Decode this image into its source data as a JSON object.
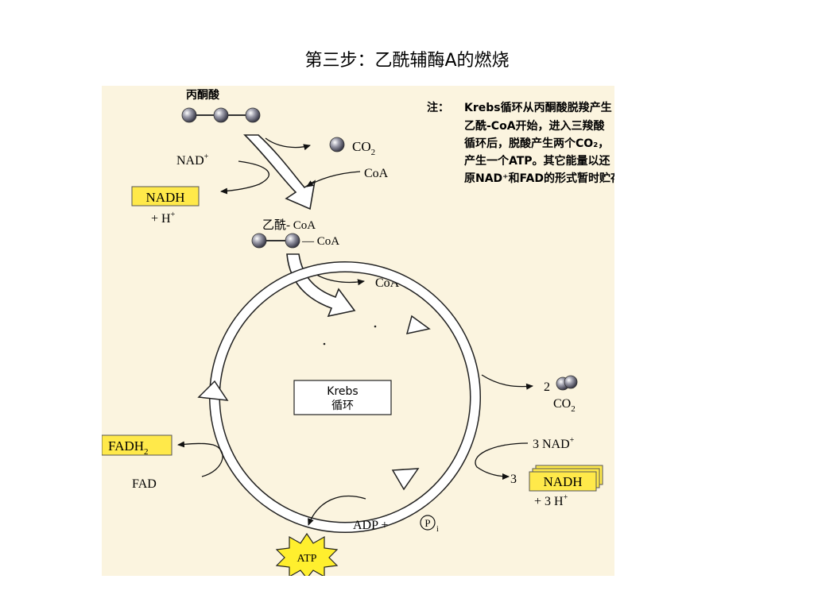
{
  "slide": {
    "title": "第三步：乙酰辅酶A的燃烧"
  },
  "diagram": {
    "pyruvate_label": "丙酮酸",
    "co2_top": "CO",
    "co2_sub": "2",
    "nad_plus_top": "NAD",
    "nad_plus_sup": "+",
    "coa_in": "CoA",
    "nadh_box": "NADH",
    "h_plus_top": "+ H",
    "h_plus_sup": "+",
    "acetyl_coa_label": "乙酰- CoA",
    "acetyl_coa_tail": "— CoA",
    "coa_out": "CoA",
    "cycle_name_line1": "Krebs",
    "cycle_name_line2": "循环",
    "co2_right_coef": "2",
    "co2_right": "CO",
    "co2_right_sub": "2",
    "nad_right": "3 NAD",
    "nad_right_sup": "+",
    "nadh_right_coef": "3",
    "nadh_right_box": "NADH",
    "h_right": "+ 3 H",
    "h_right_sup": "+",
    "fadh2_box": "FADH",
    "fadh2_sub": "2",
    "fad_label": "FAD",
    "adp_label": "ADP +",
    "pi_symbol": "P",
    "pi_sub": "i",
    "atp_label": "ATP"
  },
  "note": {
    "prefix": "注：",
    "lines": [
      "Krebs循环从丙酮酸脱羧产生",
      "乙酰-CoA开始，进入三羧酸",
      "循环后，脱酸产生两个CO₂，",
      "产生一个ATP。其它能量以还",
      "原NAD⁺和FAD的形式暂时贮存。"
    ]
  },
  "colors": {
    "panel": "#fbf4df",
    "label_box": "#ffe94a",
    "atp_star": "#ffef2e",
    "molecule": "#6e6e80"
  }
}
